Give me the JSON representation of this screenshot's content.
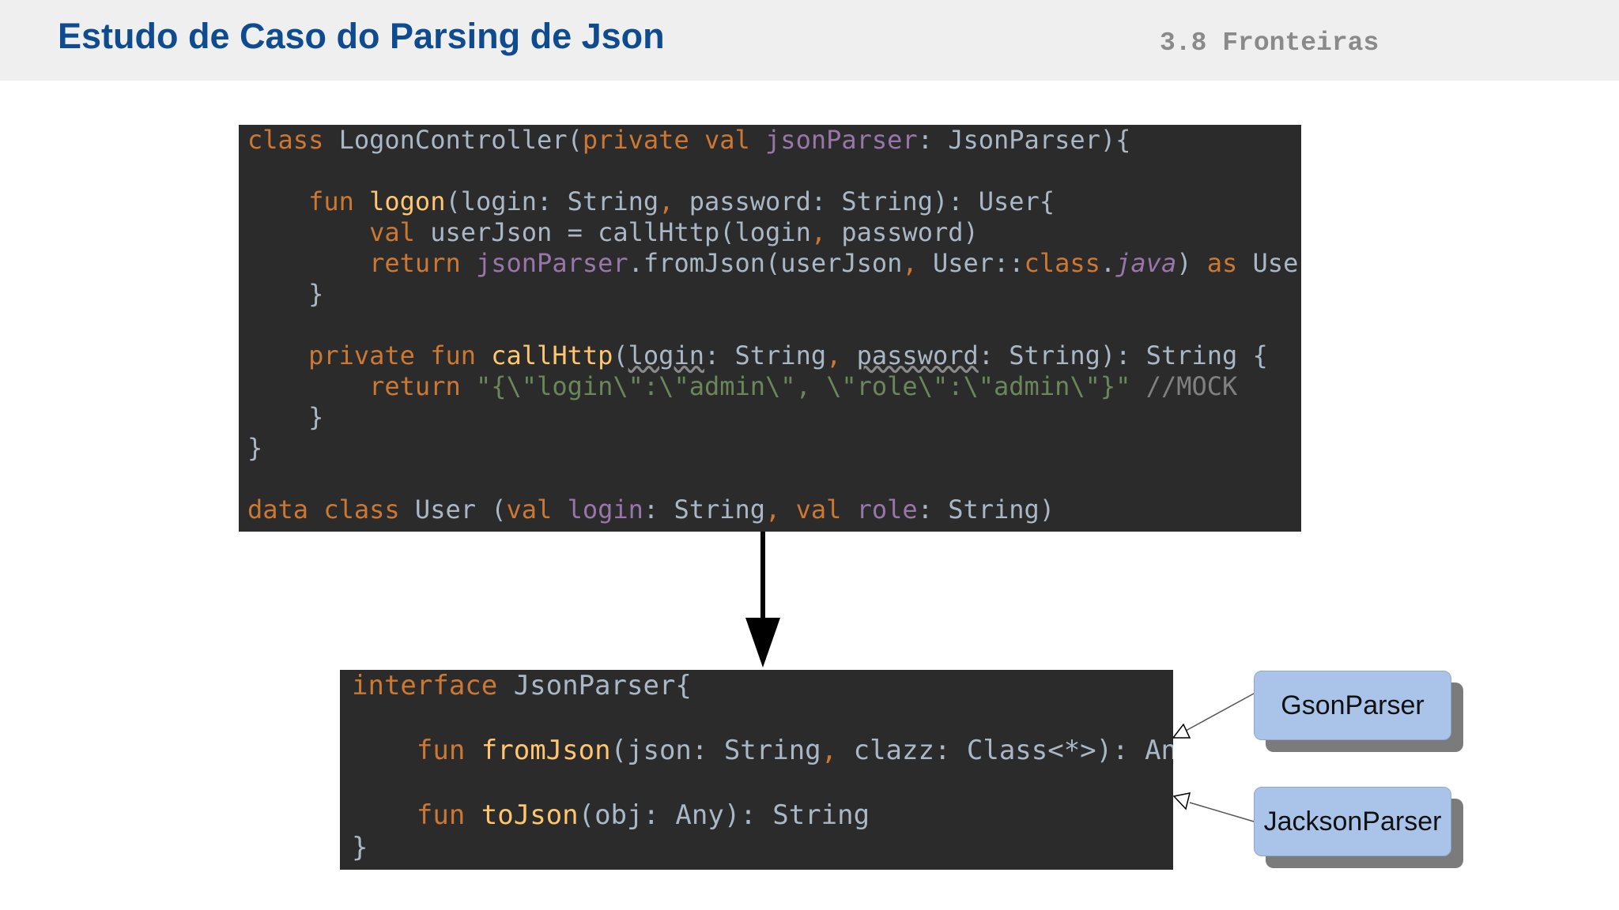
{
  "header": {
    "title": "Estudo de Caso do Parsing de Json",
    "section": "3.8 Fronteiras"
  },
  "code_block_1": {
    "lines": [
      [
        {
          "t": "class ",
          "c": "kw"
        },
        {
          "t": "LogonController("
        },
        {
          "t": "private val ",
          "c": "kw"
        },
        {
          "t": "jsonParser",
          "c": "prop"
        },
        {
          "t": ": JsonParser){"
        }
      ],
      [],
      [
        {
          "t": "    "
        },
        {
          "t": "fun ",
          "c": "kw"
        },
        {
          "t": "logon",
          "c": "fn"
        },
        {
          "t": "(login: String"
        },
        {
          "t": ", ",
          "c": "kw"
        },
        {
          "t": "password: String): User{"
        }
      ],
      [
        {
          "t": "        "
        },
        {
          "t": "val ",
          "c": "kw"
        },
        {
          "t": "userJson = callHttp(login"
        },
        {
          "t": ", ",
          "c": "kw"
        },
        {
          "t": "password)"
        }
      ],
      [
        {
          "t": "        "
        },
        {
          "t": "return ",
          "c": "kw"
        },
        {
          "t": "jsonParser",
          "c": "prop"
        },
        {
          "t": ".fromJson(userJson"
        },
        {
          "t": ", ",
          "c": "kw"
        },
        {
          "t": "User::"
        },
        {
          "t": "class",
          "c": "kw"
        },
        {
          "t": "."
        },
        {
          "t": "java",
          "c": "prop it"
        },
        {
          "t": ") "
        },
        {
          "t": "as ",
          "c": "kw"
        },
        {
          "t": "User"
        }
      ],
      [
        {
          "t": "    }"
        }
      ],
      [],
      [
        {
          "t": "    "
        },
        {
          "t": "private fun ",
          "c": "kw"
        },
        {
          "t": "callHttp",
          "c": "fn"
        },
        {
          "t": "("
        },
        {
          "t": "login",
          "c": "warn"
        },
        {
          "t": ": String"
        },
        {
          "t": ", ",
          "c": "kw"
        },
        {
          "t": "password",
          "c": "warn"
        },
        {
          "t": ": String): String {"
        }
      ],
      [
        {
          "t": "        "
        },
        {
          "t": "return ",
          "c": "kw"
        },
        {
          "t": "\"{\\\"login\\\":\\\"admin\\\", \\\"role\\\":\\\"admin\\\"}\" ",
          "c": "str"
        },
        {
          "t": "//MOCK",
          "c": "cmt"
        }
      ],
      [
        {
          "t": "    }"
        }
      ],
      [
        {
          "t": "}"
        }
      ],
      [],
      [
        {
          "t": "data class ",
          "c": "kw"
        },
        {
          "t": "User ("
        },
        {
          "t": "val ",
          "c": "kw"
        },
        {
          "t": "login",
          "c": "prop"
        },
        {
          "t": ": String"
        },
        {
          "t": ", ",
          "c": "kw"
        },
        {
          "t": "val ",
          "c": "kw"
        },
        {
          "t": "role",
          "c": "prop"
        },
        {
          "t": ": String)"
        }
      ]
    ]
  },
  "code_block_2": {
    "lines": [
      [
        {
          "t": "interface ",
          "c": "kw"
        },
        {
          "t": "JsonParser{"
        }
      ],
      [],
      [
        {
          "t": "    "
        },
        {
          "t": "fun ",
          "c": "kw"
        },
        {
          "t": "fromJson",
          "c": "fn"
        },
        {
          "t": "(json: String"
        },
        {
          "t": ", ",
          "c": "kw"
        },
        {
          "t": "clazz: Class<*>): Any"
        }
      ],
      [],
      [
        {
          "t": "    "
        },
        {
          "t": "fun ",
          "c": "kw"
        },
        {
          "t": "toJson",
          "c": "fn"
        },
        {
          "t": "(obj: Any): String"
        }
      ],
      [
        {
          "t": "}"
        }
      ]
    ]
  },
  "implementations": {
    "gson": "GsonParser",
    "jackson": "JacksonParser"
  },
  "colors": {
    "title": "#0f4c8f",
    "code_bg": "#2b2b2b",
    "keyword": "#cc7832",
    "function": "#ffc66d",
    "property": "#9876aa",
    "string": "#6a8759",
    "node_fill": "#a9c4e8"
  }
}
